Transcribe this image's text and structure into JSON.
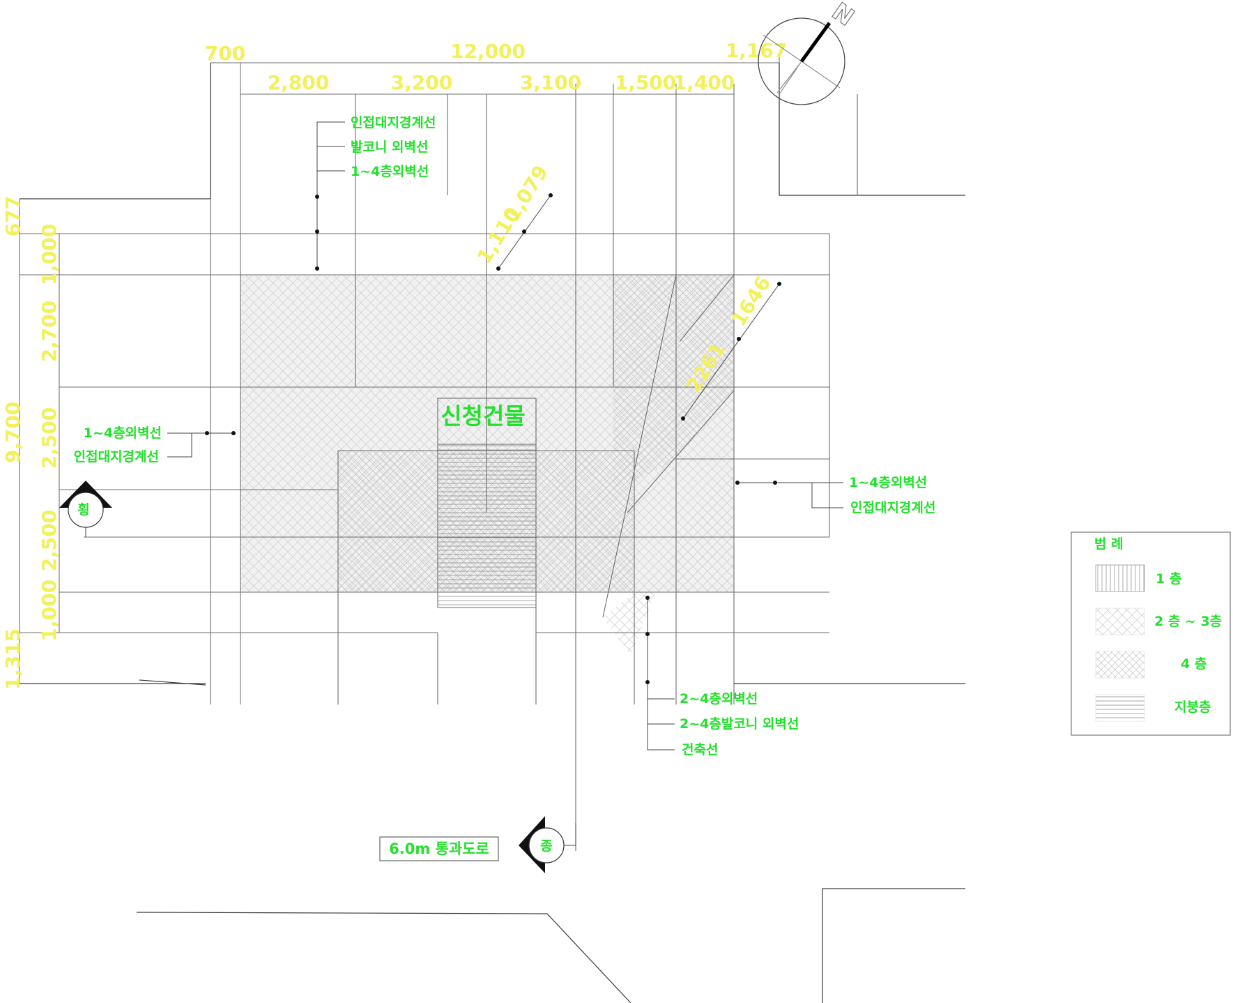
{
  "dimensions": {
    "top_outer": [
      "700",
      "12,000",
      "1,167"
    ],
    "top_inner": [
      "2,800",
      "3,200",
      "3,100",
      "1,500",
      "1,400"
    ],
    "left_outer": [
      "677",
      "9,700",
      "1,315"
    ],
    "left_inner": [
      "1,000",
      "2,700",
      "2,500",
      "2,500",
      "1,000"
    ],
    "diag_nw": [
      "1,110",
      "1,079"
    ],
    "diag_ne": [
      "2261",
      "1646"
    ]
  },
  "labels": {
    "top": [
      "인접대지경계선",
      "발코니 외벽선",
      "1~4층외벽선"
    ],
    "left": [
      "1~4층외벽선",
      "인접대지경계선"
    ],
    "right": [
      "1~4층외벽선",
      "인접대지경계선"
    ],
    "bottom": [
      "2~4층외벽선",
      "2~4층발코니 외벽선",
      "건축선"
    ],
    "building": "신청건물",
    "road": "6.0m 통과도로",
    "section_west": "횡",
    "section_south": "종",
    "compass": "N"
  },
  "legend": {
    "title": "범 례",
    "items": [
      {
        "label": "1 층",
        "pattern": "vertical"
      },
      {
        "label": "2 층 ~ 3층",
        "pattern": "hatch-23"
      },
      {
        "label": "4   층",
        "pattern": "hatch-4"
      },
      {
        "label": "지붕층",
        "pattern": "horizontal"
      }
    ]
  },
  "colors": {
    "dimension_text": "#f4f05a",
    "annotation_text": "#22e02b",
    "line": "#6d6d6d"
  }
}
